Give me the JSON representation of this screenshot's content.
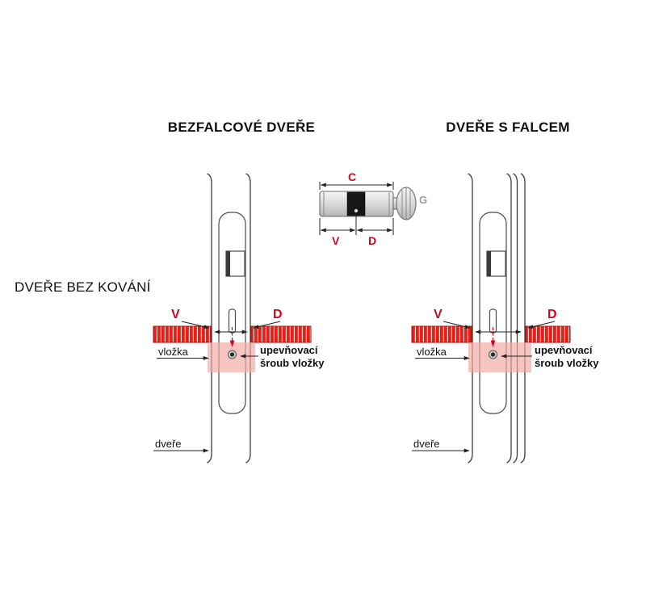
{
  "titles": {
    "left_column": "BEZFALCOVÉ DVEŘE",
    "right_column": "DVEŘE S FALCEM",
    "row": "DVEŘE BEZ KOVÁNÍ"
  },
  "cylinder": {
    "dim_c": "C",
    "dim_v": "V",
    "dim_d": "D",
    "knob": "G"
  },
  "left_diagram": {
    "dim_v": "V",
    "dim_d": "D",
    "cylinder_label": "vložka",
    "screw_label": "upevňovací šroub vložky",
    "door_label": "dveře"
  },
  "right_diagram": {
    "dim_v": "V",
    "dim_d": "D",
    "cylinder_label": "vložka",
    "screw_label": "upevňovací šroub vložky",
    "door_label": "dveře"
  },
  "colors": {
    "accent_red": "#c60b1e",
    "ruler_red": "#e32118",
    "highlight_pink": "#f2a9a4"
  }
}
